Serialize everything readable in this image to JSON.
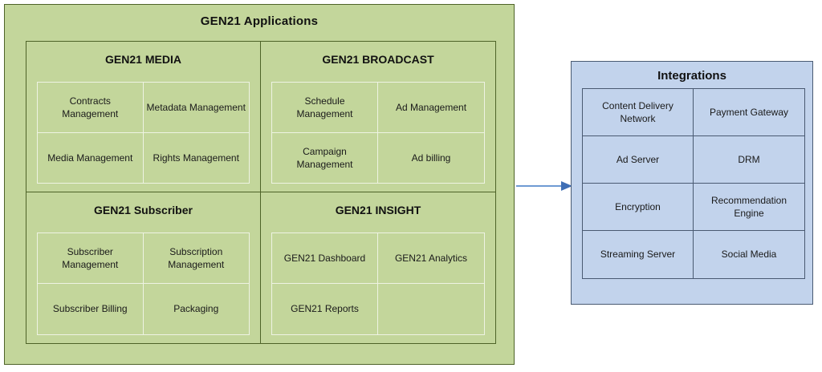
{
  "colors": {
    "applications_fill": "#c3d69b",
    "applications_border": "#4e6328",
    "integrations_fill": "#c2d3ec",
    "integrations_border": "#4a5a72",
    "subcell_grid": "#eef3e3",
    "arrow": "#4a7ebb",
    "text": "#1a1a1a",
    "background": "#ffffff"
  },
  "applications": {
    "title": "GEN21 Applications",
    "quadrants": [
      {
        "title": "GEN21 MEDIA",
        "cells": [
          "Contracts Management",
          "Metadata Management",
          "Media Management",
          "Rights Management"
        ]
      },
      {
        "title": "GEN21 BROADCAST",
        "cells": [
          "Schedule Management",
          "Ad Management",
          "Campaign Management",
          "Ad billing"
        ]
      },
      {
        "title": "GEN21 Subscriber",
        "cells": [
          "Subscriber Management",
          "Subscription Management",
          "Subscriber Billing",
          "Packaging"
        ]
      },
      {
        "title": "GEN21 INSIGHT",
        "cells": [
          "GEN21 Dashboard",
          "GEN21 Analytics",
          "GEN21 Reports",
          ""
        ]
      }
    ]
  },
  "connector": {
    "name": "arrow-applications-to-integrations",
    "direction": "right"
  },
  "integrations": {
    "title": "Integrations",
    "cells": [
      "Content Delivery Network",
      "Payment Gateway",
      "Ad Server",
      "DRM",
      "Encryption",
      "Recommendation Engine",
      "Streaming Server",
      "Social Media"
    ]
  }
}
